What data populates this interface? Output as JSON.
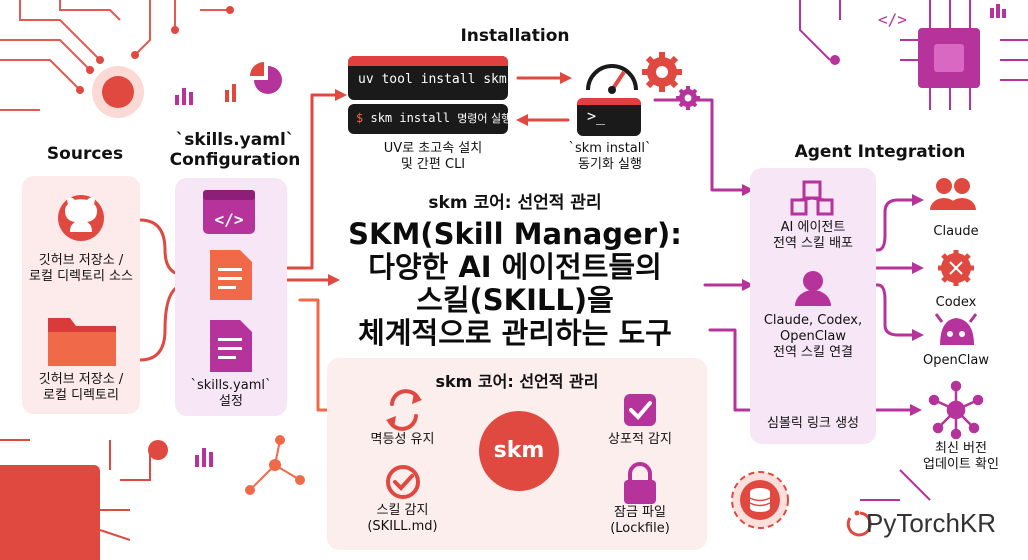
{
  "colors": {
    "red": "#e0493f",
    "magenta": "#b5339a",
    "coral": "#f06a4a",
    "dark": "#1a1a1a"
  },
  "sources": {
    "header": "Sources",
    "github_label": "깃허브 저장소 /\n로컬 디렉토리 소스",
    "folder_label": "깃허브 저장소 /\n로컬 디렉토리"
  },
  "config": {
    "header": "`skills.yaml`\nConfiguration",
    "file_label": "`skills.yaml`\n설정"
  },
  "installation": {
    "header": "Installation",
    "cmd1": "uv tool install skm",
    "cmd2_prefix": "$",
    "cmd2_cmd": "skm install",
    "cmd2_suffix": "명령어 실행",
    "cmd3": ">_",
    "label_left": "UV로 초고속 설치\n및 간편 CLI",
    "label_right": "`skm install`\n동기화 실행"
  },
  "center": {
    "subtitle": "skm 코어: 선언적 관리",
    "title": "SKM(Skill Manager):\n다양한 AI 에이전트들의\n스킬(SKILL)을\n체계적으로 관리하는 도구"
  },
  "core": {
    "header": "skm 코어: 선언적 관리",
    "logo": "skm",
    "idempotent": "멱등성 유지",
    "detect": "스킬 감지\n(SKILL.md)",
    "state": "상포적 감지",
    "lockfile": "잠금 파일\n(Lockfile)"
  },
  "agent": {
    "header": "Agent Integration",
    "deploy": "AI 에이전트\n전역 스킬 배포",
    "connect": "Claude, Codex,\nOpenClaw\n전역 스킬 연결",
    "symlink": "심볼릭 링크 생성"
  },
  "targets": {
    "claude": "Claude",
    "codex": "Codex",
    "openclaw": "OpenClaw",
    "update": "최신 버전\n업데이트 확인"
  },
  "brand": {
    "name": "PyTorchKR"
  },
  "icons": [
    "github-icon",
    "folder-icon",
    "code-window-icon",
    "document-icon",
    "speedometer-icon",
    "gear-icon",
    "terminal-icon",
    "cubes-icon",
    "user-icon",
    "sync-icon",
    "check-icon",
    "lock-icon",
    "users-icon",
    "brain-icon",
    "openclaw-icon",
    "network-icon",
    "database-icon",
    "chip-icon"
  ]
}
